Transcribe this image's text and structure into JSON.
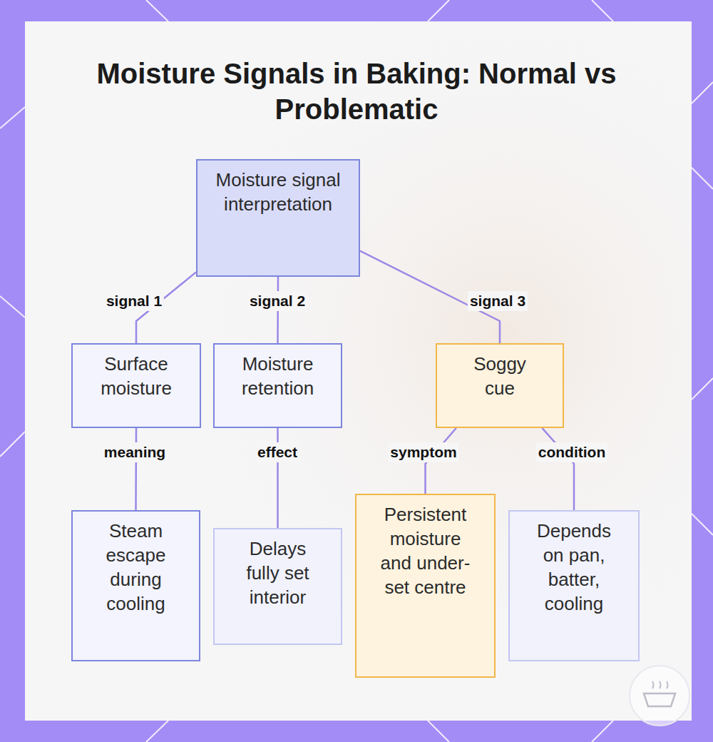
{
  "diagram": {
    "title": "Moisture Signals in Baking: Normal vs Problematic",
    "nodes": [
      {
        "text": [
          "Moisture signal interpretation"
        ]
      },
      {
        "text": [
          "Surface moisture"
        ]
      },
      {
        "text": [
          "Moisture retention"
        ]
      },
      {
        "text": [
          "Soggy cue"
        ]
      },
      {
        "text": [
          "Steam escape during cooling"
        ]
      },
      {
        "text": [
          "Delays fully set interior"
        ]
      },
      {
        "text": [
          "Persistent moisture and under-set centre"
        ]
      },
      {
        "text": [
          "Depends on pan, batter, cooling"
        ]
      }
    ],
    "edges": [
      {
        "from": 0,
        "to": 1,
        "label": "signal 1",
        "arrow": "none"
      },
      {
        "from": 0,
        "to": 2,
        "label": "signal 2",
        "arrow": "none"
      },
      {
        "from": 0,
        "to": 3,
        "label": "signal 3",
        "arrow": "none"
      },
      {
        "from": 1,
        "to": 4,
        "label": "meaning",
        "arrow": "none"
      },
      {
        "from": 2,
        "to": 5,
        "label": "effect",
        "arrow": "none"
      },
      {
        "from": 3,
        "to": 6,
        "label": "symptom",
        "arrow": "none"
      },
      {
        "from": 3,
        "to": 7,
        "label": "condition",
        "arrow": "none"
      }
    ]
  }
}
